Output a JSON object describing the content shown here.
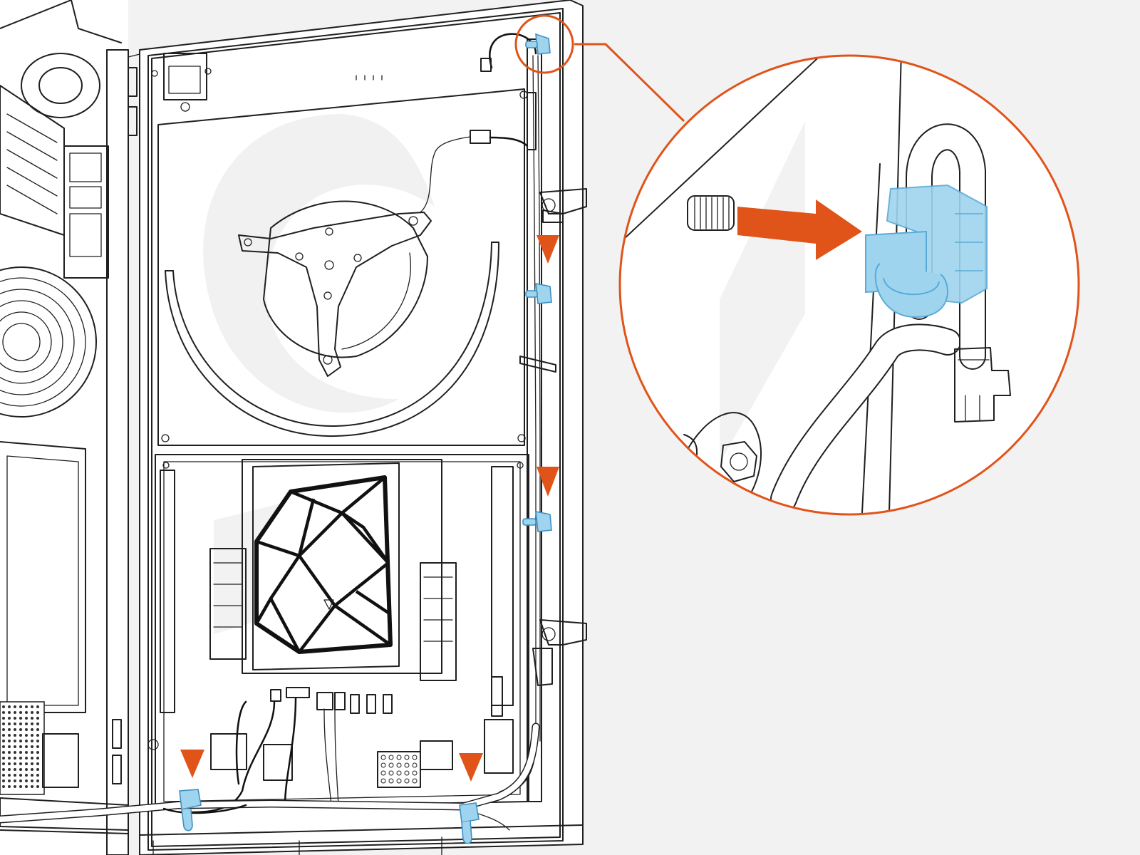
{
  "colors": {
    "background": "#f2f2f2",
    "accent": "#e0541a",
    "clip": "#9fd4ef",
    "clip_dark": "#5aaad6",
    "line": "#1f1f1f"
  },
  "icons": {
    "pointer": "down-triangle-marker",
    "arrow": "insertion-arrow",
    "clip": "cable-clip"
  },
  "markers": {
    "count": 4
  },
  "clips": {
    "count": 5
  }
}
